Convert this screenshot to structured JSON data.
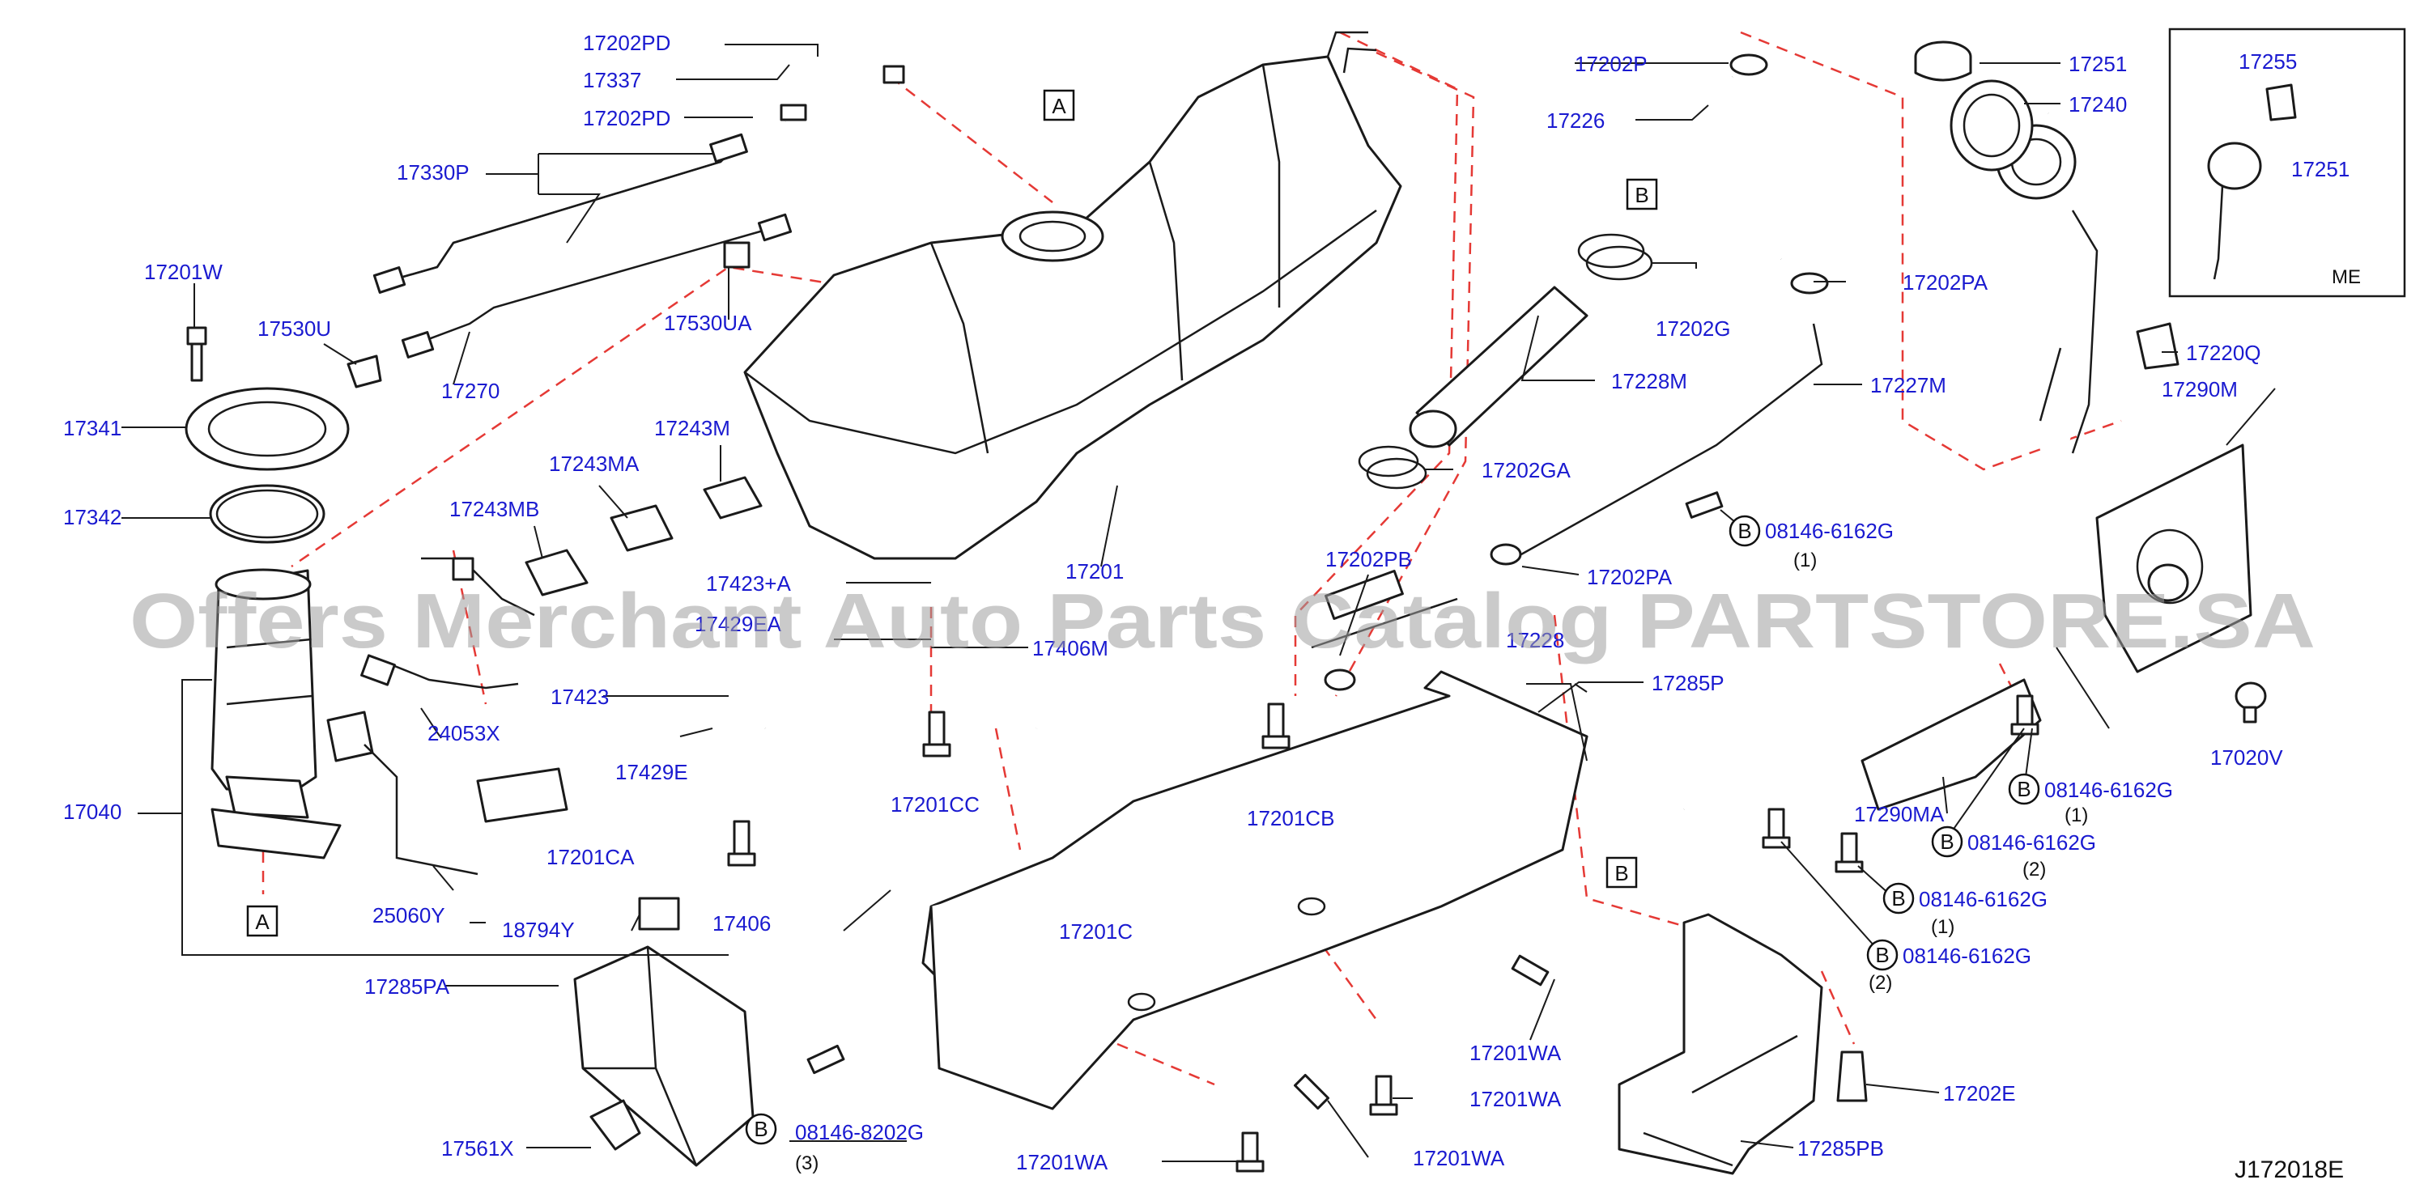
{
  "diagram_code": "J172018E",
  "watermark": "Offers Merchant Auto Parts Catalog PARTSTORE.SA",
  "inset_label": "ME",
  "refs": {
    "a": "A",
    "b": "B"
  },
  "labels": {
    "17202PD_top": "17202PD",
    "17337": "17337",
    "17202PD_mid": "17202PD",
    "17330P": "17330P",
    "17201W": "17201W",
    "17530U": "17530U",
    "17530UA": "17530UA",
    "17270": "17270",
    "17341": "17341",
    "17342": "17342",
    "17243M": "17243M",
    "17243MA": "17243MA",
    "17243MB": "17243MB",
    "17201": "17201",
    "17423A": "17423+A",
    "17429EA": "17429EA",
    "17406M": "17406M",
    "17423": "17423",
    "17429E": "17429E",
    "24053X": "24053X",
    "17040": "17040",
    "17201CC": "17201CC",
    "17201CA": "17201CA",
    "17201CB": "17201CB",
    "25060Y": "25060Y",
    "17406": "17406",
    "17201C": "17201C",
    "18794Y": "18794Y",
    "17285PA": "17285PA",
    "17561X": "17561X",
    "08146-8202G": "08146-8202G",
    "17201WA_bottom": "17201WA",
    "17201WA_mid": "17201WA",
    "17201WA_b2": "17201WA",
    "17201WA_b3": "17201WA",
    "17202P": "17202P",
    "17226": "17226",
    "17202G": "17202G",
    "17228M": "17228M",
    "17202GA": "17202GA",
    "17202PB": "17202PB",
    "17228": "17228",
    "17202PA_top": "17202PA",
    "17227M": "17227M",
    "08146-6162G_a": "08146-6162G",
    "17202PA_mid": "17202PA",
    "17285P": "17285P",
    "17251_top": "17251",
    "17240": "17240",
    "17255": "17255",
    "17251_inset": "17251",
    "17220Q": "17220Q",
    "17290M": "17290M",
    "17020V": "17020V",
    "08146-6162G_b": "08146-6162G",
    "08146-6162G_c": "08146-6162G",
    "17290MA": "17290MA",
    "08146-6162G_d": "08146-6162G",
    "08146-6162G_e": "08146-6162G",
    "17202E": "17202E",
    "17285PB": "17285PB"
  },
  "qty_notes": {
    "a": "(1)",
    "b": "(1)",
    "c": "(2)",
    "d": "(1)",
    "e": "(2)",
    "f": "(3)"
  }
}
